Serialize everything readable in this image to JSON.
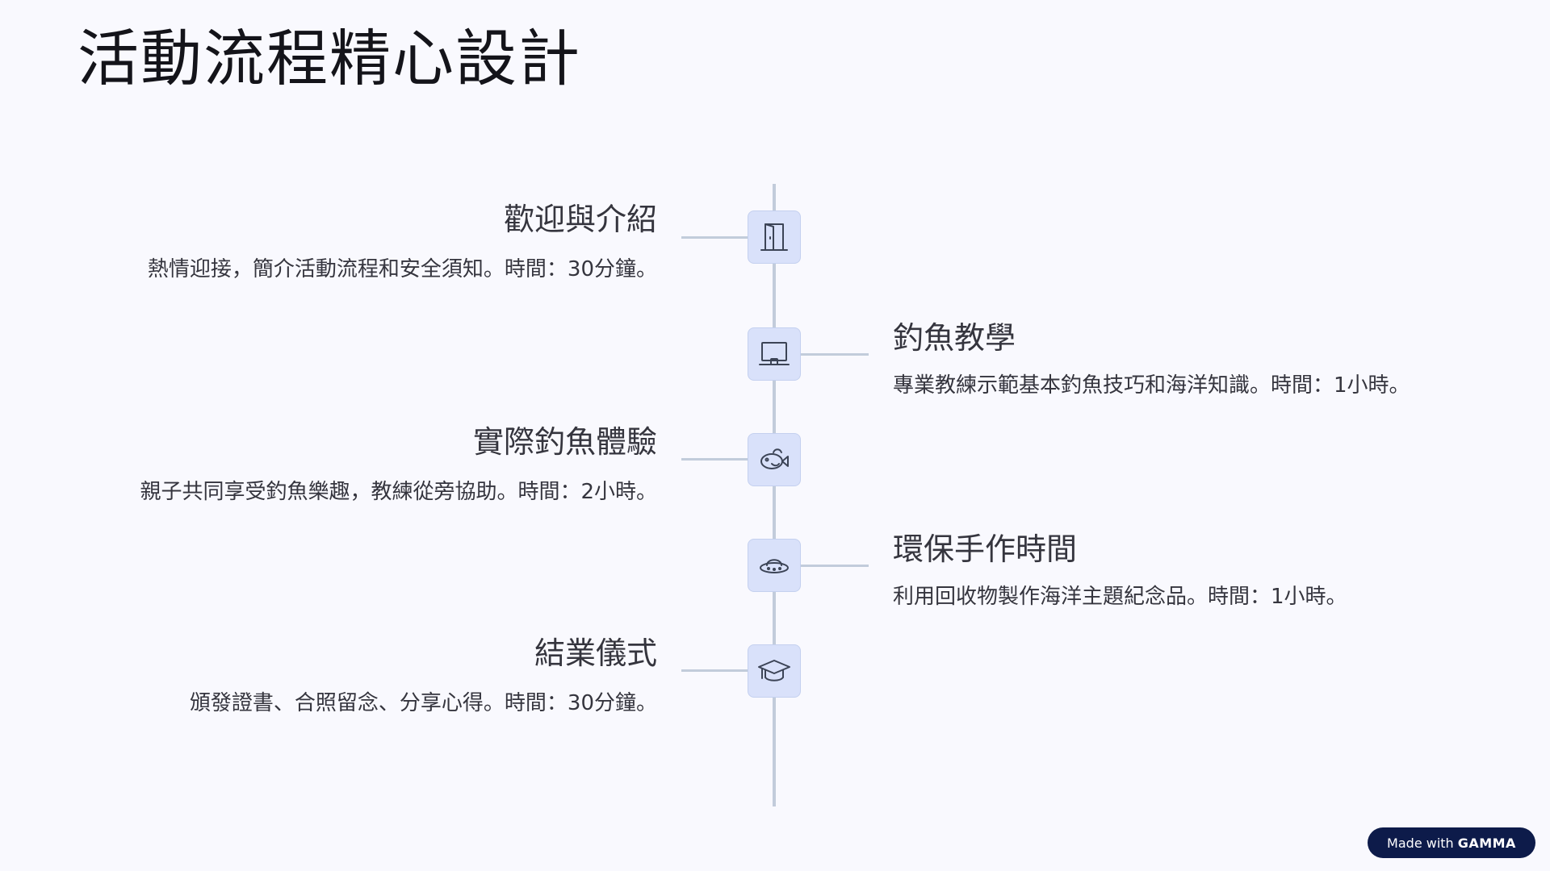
{
  "page": {
    "title": "活動流程精心設計"
  },
  "timeline": {
    "items": [
      {
        "title": "歡迎與介紹",
        "description": "熱情迎接，簡介活動流程和安全須知。時間：30分鐘。",
        "icon": "door-icon",
        "side": "left"
      },
      {
        "title": "釣魚教學",
        "description": "專業教練示範基本釣魚技巧和海洋知識。時間：1小時。",
        "icon": "chalkboard-icon",
        "side": "right"
      },
      {
        "title": "實際釣魚體驗",
        "description": "親子共同享受釣魚樂趣，教練從旁協助。時間：2小時。",
        "icon": "fishing-icon",
        "side": "left"
      },
      {
        "title": "環保手作時間",
        "description": "利用回收物製作海洋主題紀念品。時間：1小時。",
        "icon": "ufo-icon",
        "side": "right"
      },
      {
        "title": "結業儀式",
        "description": "頒發證書、合照留念、分享心得。時間：30分鐘。",
        "icon": "graduation-cap-icon",
        "side": "left"
      }
    ]
  },
  "badge": {
    "prefix": "Made with",
    "brand": "GAMMA"
  },
  "colors": {
    "background": "#f9f9fe",
    "icon_box": "#d9e1fa",
    "timeline_line": "#c2ccdb",
    "badge_background": "#0d1b4a"
  }
}
